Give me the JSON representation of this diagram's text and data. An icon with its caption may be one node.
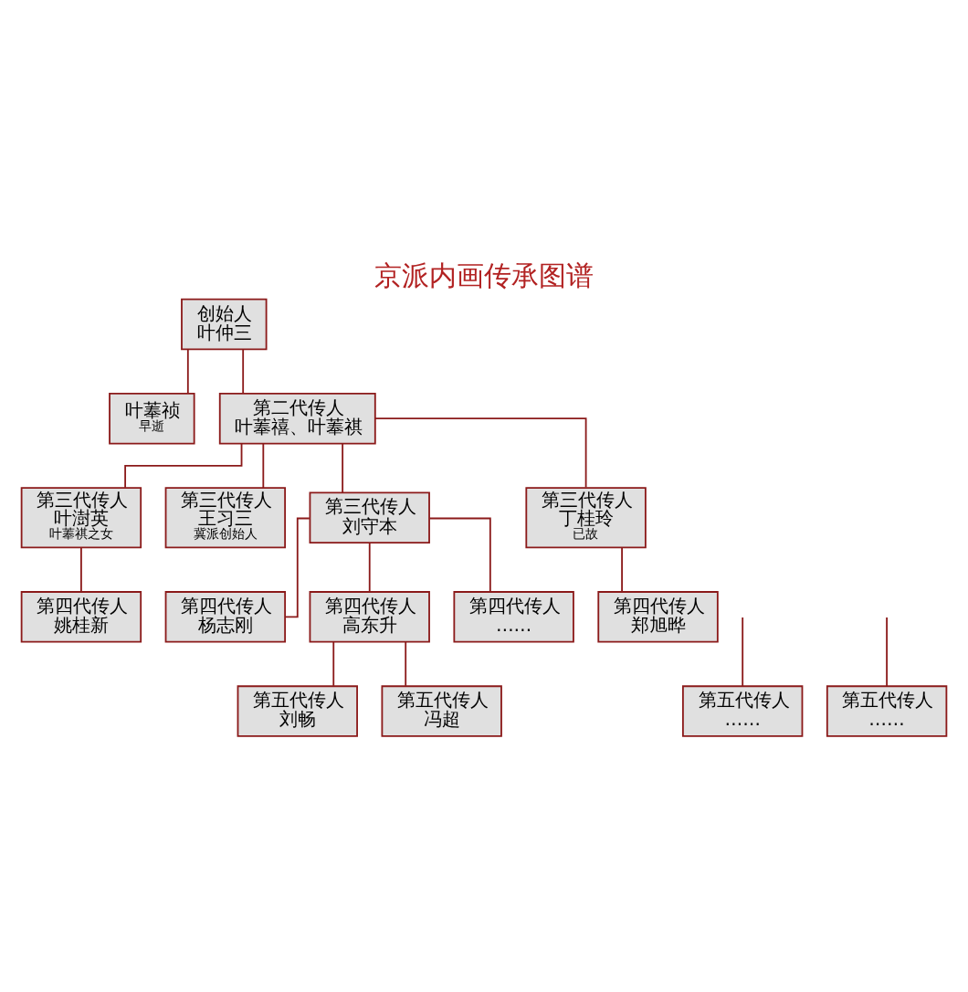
{
  "diagram": {
    "title": "京派内画传承图谱",
    "nodes": [
      {
        "text": [
          "创始人",
          "叶仲三"
        ]
      },
      {
        "text": [
          "叶菶祯",
          "早逝"
        ]
      },
      {
        "text": [
          "第二代传人",
          "叶菶禧、叶菶祺"
        ]
      },
      {
        "text": [
          "第三代传人",
          "叶澍英",
          "叶菶祺之女"
        ]
      },
      {
        "text": [
          "第三代传人",
          "王习三",
          "冀派创始人"
        ]
      },
      {
        "text": [
          "第三代传人",
          "刘守本"
        ]
      },
      {
        "text": [
          "第三代传人",
          "丁桂玲",
          "已故"
        ]
      },
      {
        "text": [
          "第四代传人",
          "姚桂新"
        ]
      },
      {
        "text": [
          "第四代传人",
          "杨志刚"
        ]
      },
      {
        "text": [
          "第四代传人",
          "高东升"
        ]
      },
      {
        "text": [
          "第四代传人",
          "……"
        ]
      },
      {
        "text": [
          "第四代传人",
          "郑旭晔"
        ]
      },
      {
        "text": [
          "第五代传人",
          "……"
        ]
      },
      {
        "text": [
          "第五代传人",
          "刘畅"
        ]
      },
      {
        "text": [
          "第五代传人",
          "冯超"
        ]
      },
      {
        "text": [
          "第五代传人",
          "……"
        ]
      }
    ],
    "edges": [
      {
        "from": 0,
        "to": 1,
        "arrow": "none"
      },
      {
        "from": 0,
        "to": 2,
        "arrow": "none"
      },
      {
        "from": 2,
        "to": 3,
        "arrow": "none"
      },
      {
        "from": 2,
        "to": 4,
        "arrow": "none"
      },
      {
        "from": 2,
        "to": 5,
        "arrow": "none"
      },
      {
        "from": 2,
        "to": 6,
        "arrow": "none"
      },
      {
        "from": 3,
        "to": 7,
        "arrow": "none"
      },
      {
        "from": 5,
        "to": 8,
        "arrow": "none"
      },
      {
        "from": 5,
        "to": 9,
        "arrow": "none"
      },
      {
        "from": 5,
        "to": 10,
        "arrow": "none"
      },
      {
        "from": 6,
        "to": 11,
        "arrow": "none"
      },
      {
        "from": null,
        "to": 12,
        "arrow": "none"
      },
      {
        "from": 9,
        "to": 13,
        "arrow": "none"
      },
      {
        "from": 9,
        "to": 14,
        "arrow": "none"
      },
      {
        "from": null,
        "to": 15,
        "arrow": "none"
      }
    ]
  }
}
